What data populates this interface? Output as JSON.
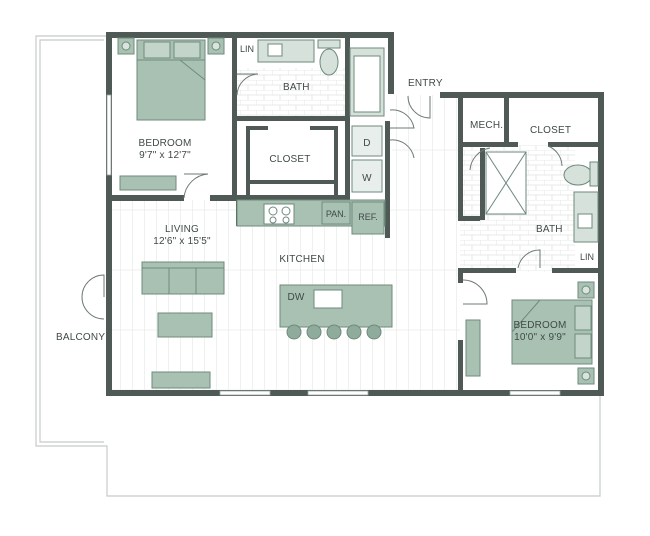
{
  "colors": {
    "wall": "#4f5a57",
    "furniture": "#a9c1b3",
    "furniture_dark": "#8fab9b",
    "floor_plank": "#e6e9e7",
    "tile": "#e1e5e3",
    "balcony_line": "#bfc6c3",
    "background": "#ffffff"
  },
  "rooms": {
    "bedroom1": {
      "name": "BEDROOM",
      "size": "9'7\" x 12'7\""
    },
    "bath1": {
      "name": "BATH"
    },
    "lin1": {
      "name": "LIN"
    },
    "closet1": {
      "name": "CLOSET"
    },
    "dryer": {
      "name": "D"
    },
    "washer": {
      "name": "W"
    },
    "entry": {
      "name": "ENTRY"
    },
    "mech": {
      "name": "MECH."
    },
    "closet2": {
      "name": "CLOSET"
    },
    "bath2": {
      "name": "BATH"
    },
    "lin2": {
      "name": "LIN"
    },
    "pantry": {
      "name": "PAN."
    },
    "refrigerator": {
      "name": "REF."
    },
    "living": {
      "name": "LIVING",
      "size": "12'6\" x 15'5\""
    },
    "kitchen": {
      "name": "KITCHEN"
    },
    "dishwasher": {
      "name": "DW"
    },
    "bedroom2": {
      "name": "BEDROOM",
      "size": "10'0\" x 9'9\""
    },
    "balcony": {
      "name": "BALCONY"
    }
  }
}
